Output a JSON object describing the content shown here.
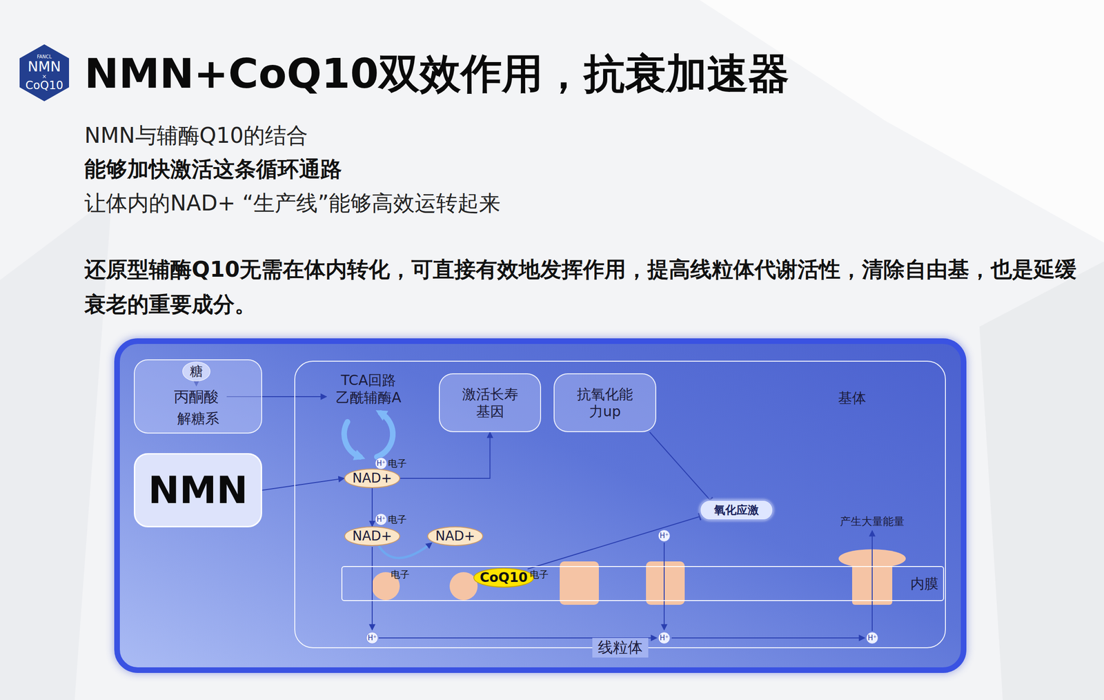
{
  "diagram": {
    "title": "NMN+CoQ10双效作用，抗衰加速器",
    "nodes": [
      {
        "text": [
          "FANCL",
          "NMN",
          "×",
          "CoQ10"
        ]
      },
      {
        "text": [
          "解糖系"
        ]
      },
      {
        "text": [
          "糖"
        ],
        "in": 1
      },
      {
        "text": [
          "丙酮酸"
        ],
        "in": 1
      },
      {
        "text": [
          "NMN"
        ]
      },
      {
        "text": [
          "线粒体"
        ]
      },
      {
        "text": [
          "TCA回路",
          "乙酰辅酶A"
        ],
        "in": 5
      },
      {
        "text": [
          "激活长寿 基因"
        ],
        "in": 5
      },
      {
        "text": [
          "抗氧化能 力up"
        ],
        "in": 5
      },
      {
        "text": [
          "NAD+"
        ],
        "in": 5
      },
      {
        "text": [
          "NAD+"
        ],
        "in": 5
      },
      {
        "text": [
          "NAD+"
        ],
        "in": 5
      },
      {
        "text": [
          "氧化应激"
        ],
        "in": 5
      },
      {
        "text": [
          "内膜"
        ],
        "in": 5
      },
      {
        "text": [
          "CoQ10"
        ],
        "in": 13
      }
    ],
    "edges": [
      {
        "from": 2,
        "to": 3,
        "arrow": "to"
      },
      {
        "from": 3,
        "to": 6,
        "arrow": "to"
      },
      {
        "from": 4,
        "to": 9,
        "arrow": "to"
      },
      {
        "from": 9,
        "to": 7,
        "arrow": "to"
      },
      {
        "from": 9,
        "to": 10,
        "arrow": "to"
      },
      {
        "from": 10,
        "to": 11,
        "arrow": "to"
      },
      {
        "from": 8,
        "to": 12,
        "arrow": "to"
      },
      {
        "from": 14,
        "to": 12,
        "arrow": "to"
      }
    ],
    "labels": [
      "NMN与辅酶Q10的结合",
      "能够加快激活这条循环通路",
      "让体内的NAD+ “生产线”能够高效运转起来",
      "还原型辅酶Q10无需在体内转化，可直接有效地发挥作用，提高线粒体代谢活性，清除自由基，也是延缓衰老的重要成分。",
      "基体",
      "H⁺",
      "电子",
      "H⁺",
      "电子",
      "电子",
      "电子",
      "H⁺",
      "H⁺",
      "H⁺",
      "H⁺",
      "产生大量能量"
    ]
  }
}
